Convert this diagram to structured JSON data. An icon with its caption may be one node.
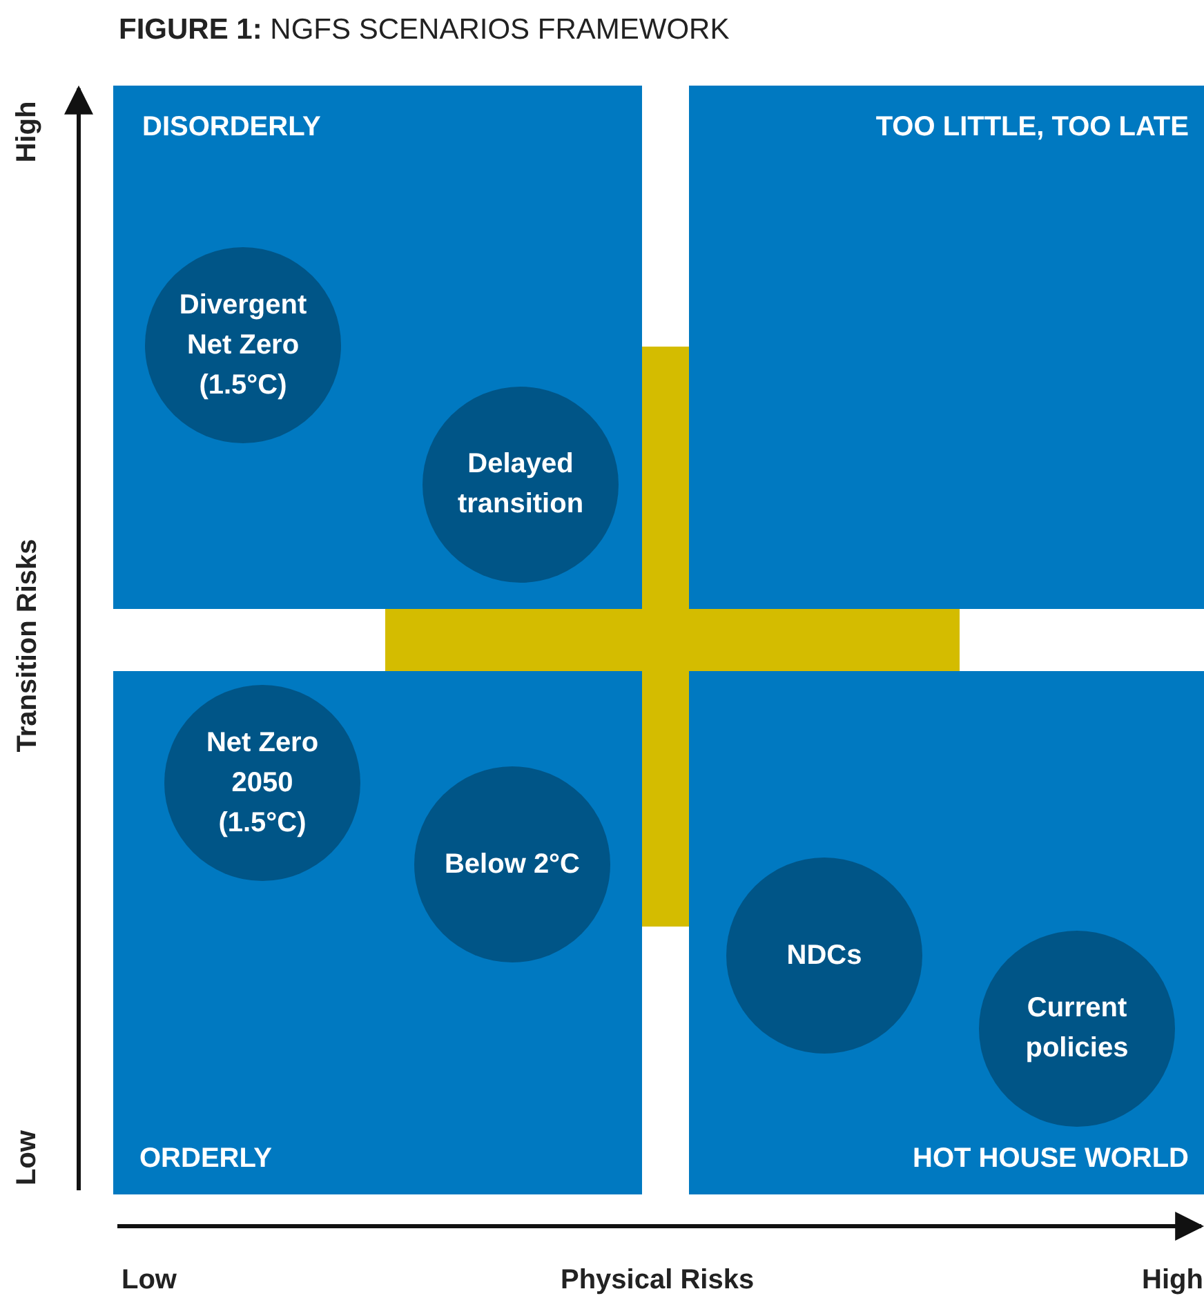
{
  "diagram": {
    "title": "**FIGURE 1:** NGFS SCENARIOS FRAMEWORK",
    "nodes": [
      {
        "text": [
          "DISORDERLY"
        ]
      },
      {
        "text": [
          "TOO LITTLE, TOO LATE"
        ]
      },
      {
        "text": [
          "ORDERLY"
        ]
      },
      {
        "text": [
          "HOT HOUSE WORLD"
        ]
      },
      {
        "text": [
          "Divergent Net Zero (1.5°C)"
        ],
        "in": 0
      },
      {
        "text": [
          "Delayed transition"
        ],
        "in": 0
      },
      {
        "text": [
          "Net Zero 2050 (1.5°C)"
        ],
        "in": 2
      },
      {
        "text": [
          "Below 2°C"
        ],
        "in": 2
      },
      {
        "text": [
          "NDCs"
        ],
        "in": 3
      },
      {
        "text": [
          "Current policies"
        ],
        "in": 3
      }
    ],
    "labels": [
      "High",
      "Transition Risks",
      "Low",
      "Low",
      "Physical Risks",
      "High"
    ]
  }
}
